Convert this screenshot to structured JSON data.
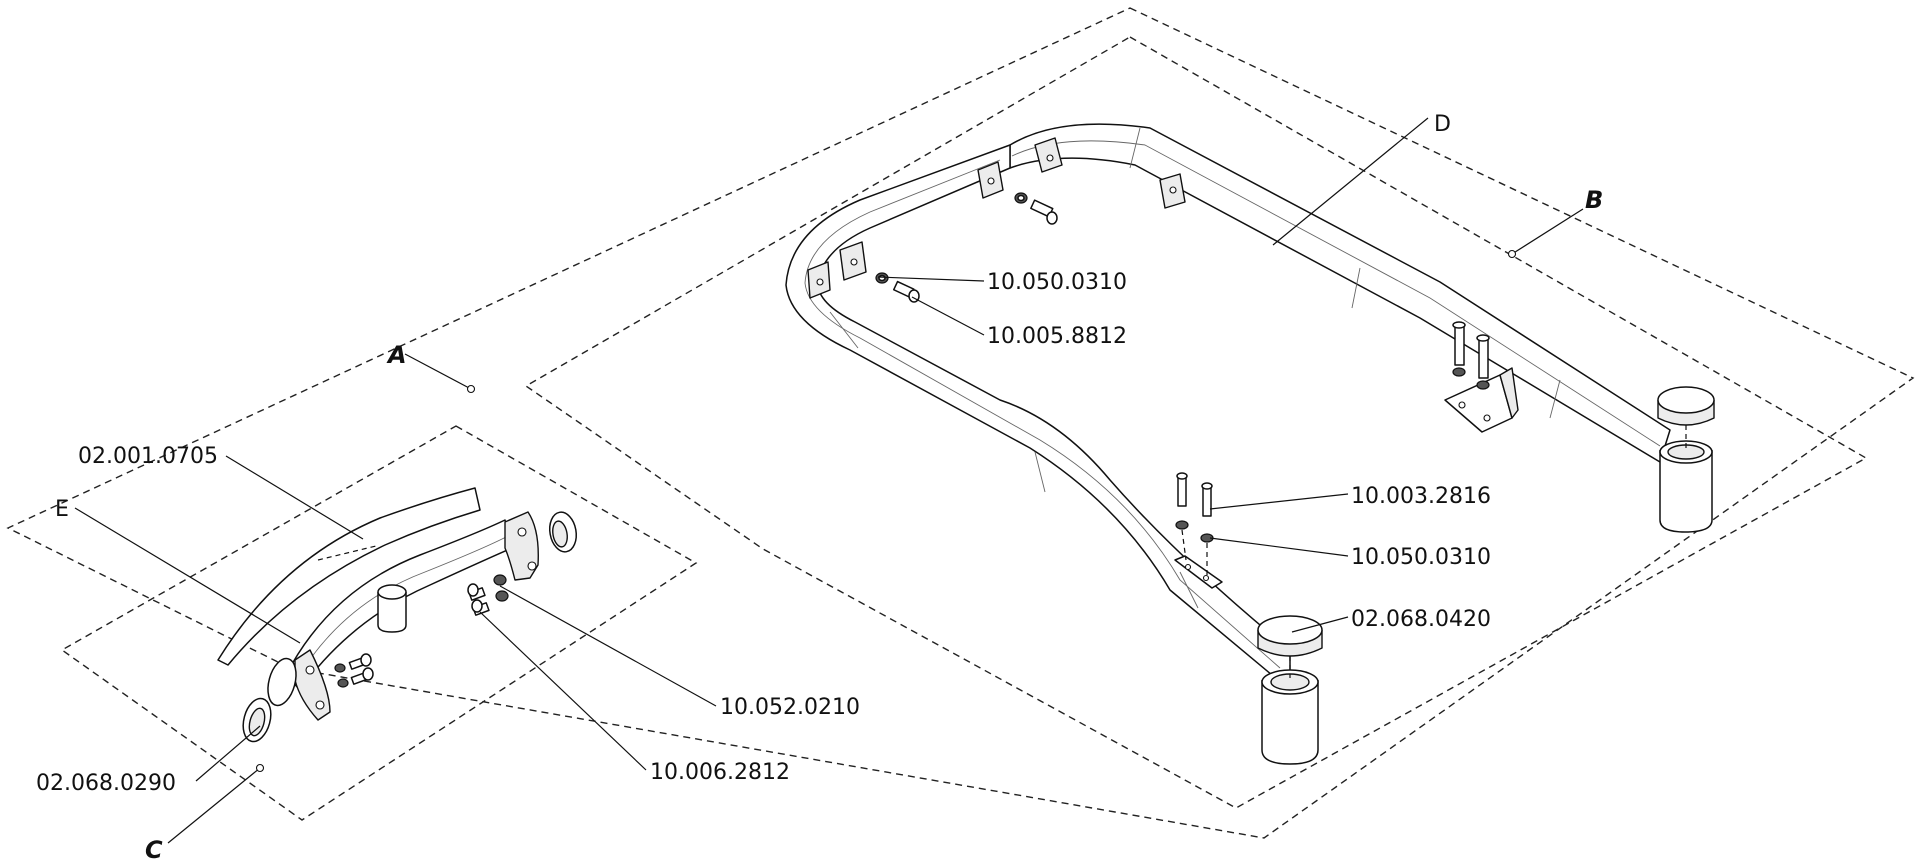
{
  "zones": {
    "a": "A",
    "b": "B",
    "c": "C"
  },
  "callouts": {
    "d": "D",
    "e": "E",
    "washer_top": "10.050.0310",
    "screw_top": "10.005.8812",
    "screw_right": "10.003.2816",
    "washer_right": "10.050.0310",
    "cap_large": "02.068.0420",
    "strip": "02.001.0705",
    "washer_left": "10.052.0210",
    "screw_left": "10.006.2812",
    "cap_small": "02.068.0290"
  }
}
